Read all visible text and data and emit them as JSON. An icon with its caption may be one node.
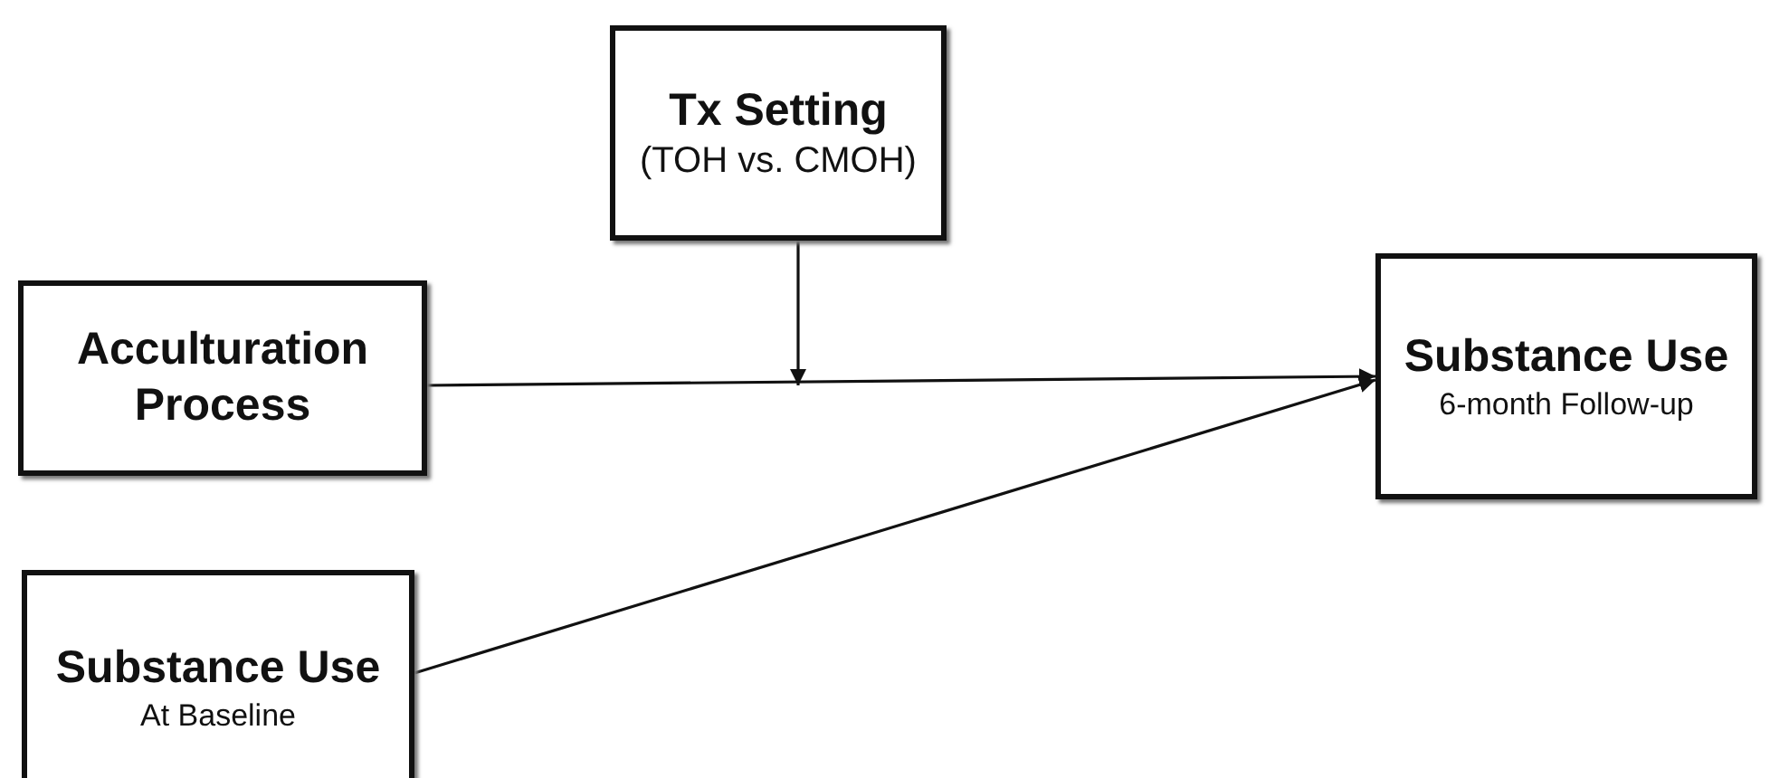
{
  "diagram": {
    "nodes": [
      {
        "text": [
          "Tx Setting",
          "(TOH vs. CMOH)"
        ]
      },
      {
        "text": [
          "Acculturation Process"
        ]
      },
      {
        "text": [
          "Substance Use",
          "6-month Follow-up"
        ]
      },
      {
        "text": [
          "Substance Use",
          "At Baseline"
        ]
      }
    ],
    "edges": [
      {
        "from": 1,
        "to": 2,
        "arrow": "to"
      },
      {
        "from": 0,
        "to": null,
        "arrow": "to"
      },
      {
        "from": 3,
        "to": 2,
        "arrow": "to"
      }
    ]
  }
}
